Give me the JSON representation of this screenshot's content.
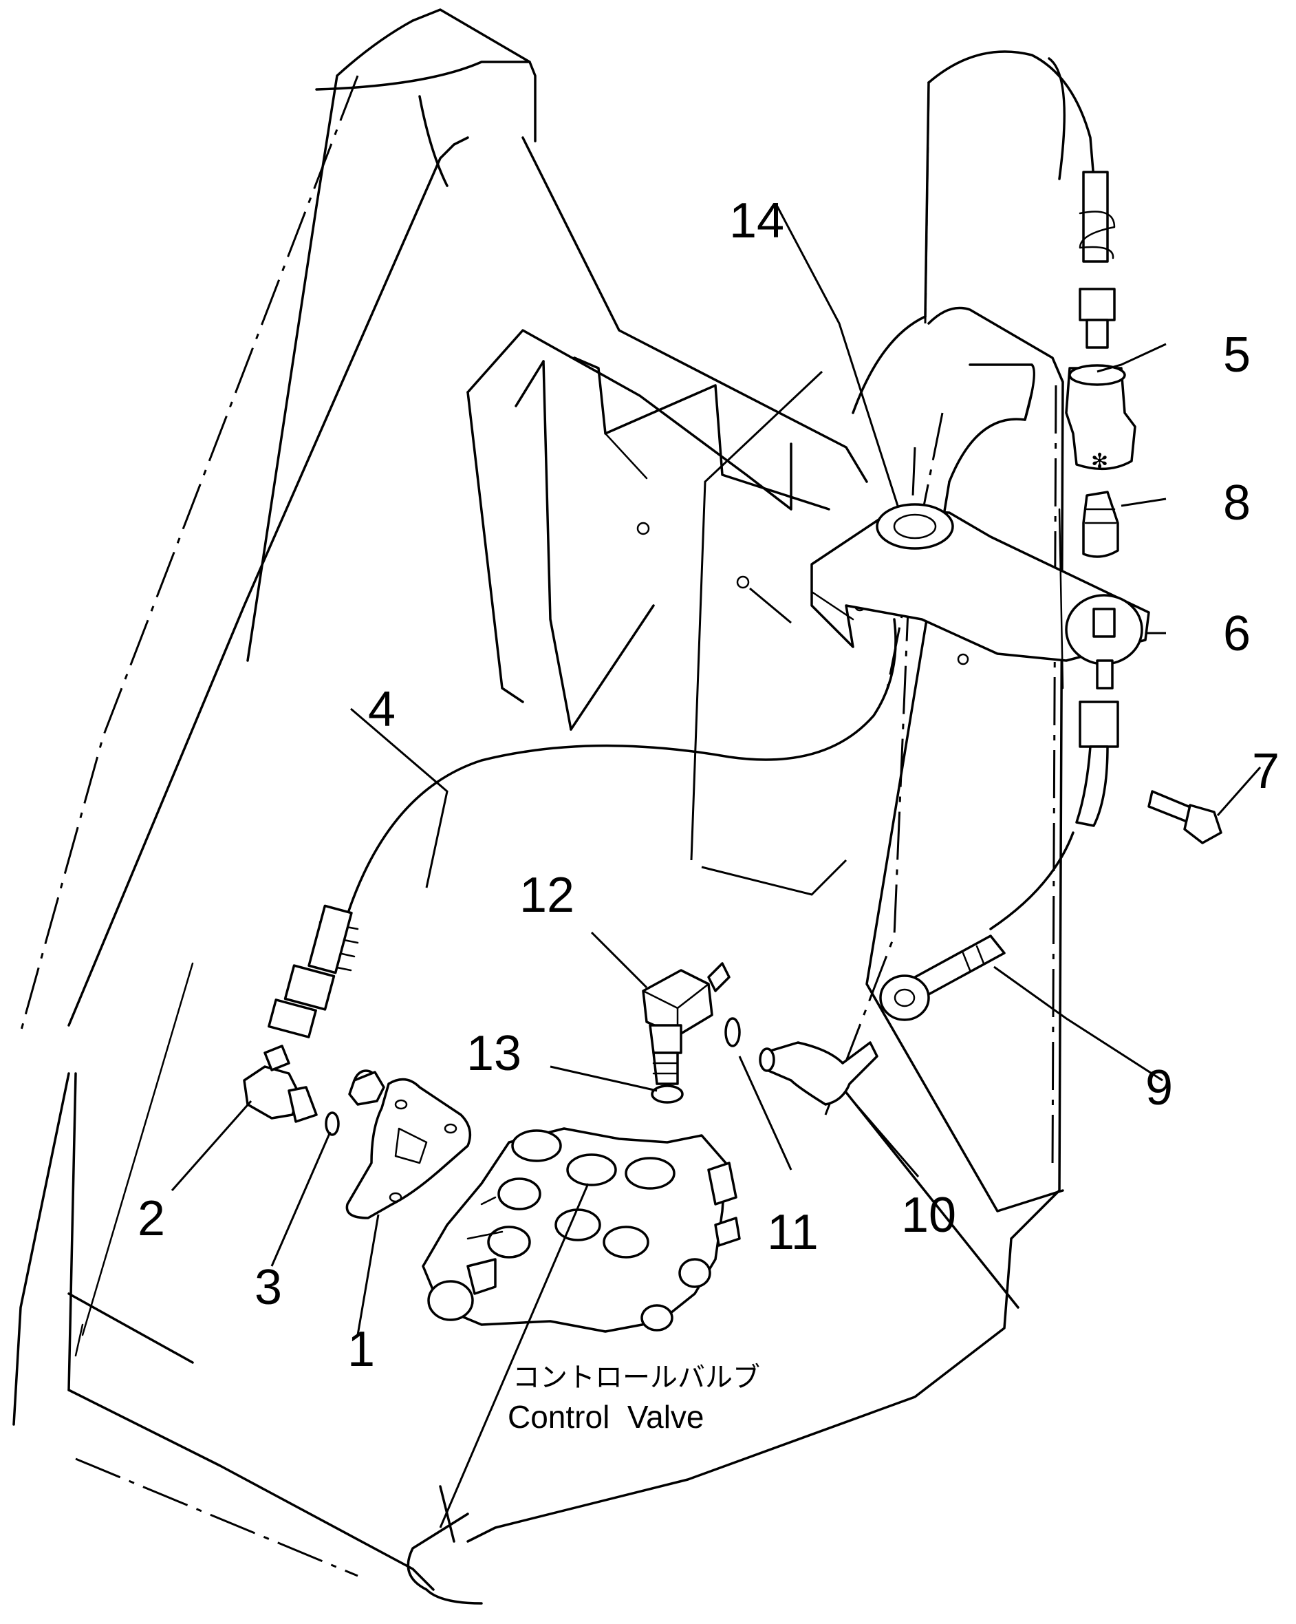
{
  "callouts": [
    {
      "id": "1",
      "text": "1"
    },
    {
      "id": "2",
      "text": "2"
    },
    {
      "id": "3",
      "text": "3"
    },
    {
      "id": "4",
      "text": "4"
    },
    {
      "id": "5",
      "text": "5"
    },
    {
      "id": "6",
      "text": "6"
    },
    {
      "id": "7",
      "text": "7"
    },
    {
      "id": "8",
      "text": "8"
    },
    {
      "id": "9",
      "text": "9"
    },
    {
      "id": "10",
      "text": "10"
    },
    {
      "id": "11",
      "text": "11"
    },
    {
      "id": "12",
      "text": "12"
    },
    {
      "id": "13",
      "text": "13"
    },
    {
      "id": "14",
      "text": "14"
    }
  ],
  "caption": {
    "japanese": "コントロールバルブ",
    "english": "Control  Valve"
  }
}
